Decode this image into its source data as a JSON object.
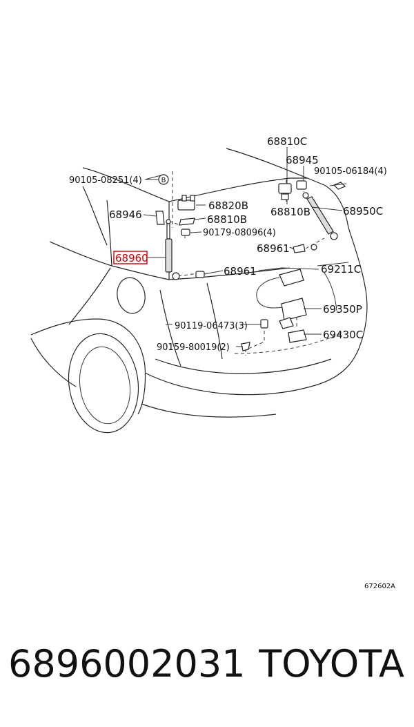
{
  "labels": {
    "c68810c": "68810C",
    "c68945": "68945",
    "c90105_06184": "90105-06184(4)",
    "c90105_08251": "90105-08251(4)",
    "c68820b": "68820B",
    "c68946": "68946",
    "c68810b_left": "68810B",
    "c68810b_right": "68810B",
    "c68950c": "68950C",
    "c90179_08096": "90179-08096(4)",
    "c68961_upper": "68961",
    "c68960": "68960",
    "c68961_lower": "68961",
    "c69211c": "69211C",
    "c69350p": "69350P",
    "c90119_06473": "90119-06473(3)",
    "c69430c": "69430C",
    "c90159_80019": "90159-80019(2)",
    "circle_b": "B"
  },
  "highlight_color": "#cc0000",
  "figure_id": "672602A",
  "footer": {
    "part_number": "6896002031",
    "brand": "TOYOTA"
  }
}
